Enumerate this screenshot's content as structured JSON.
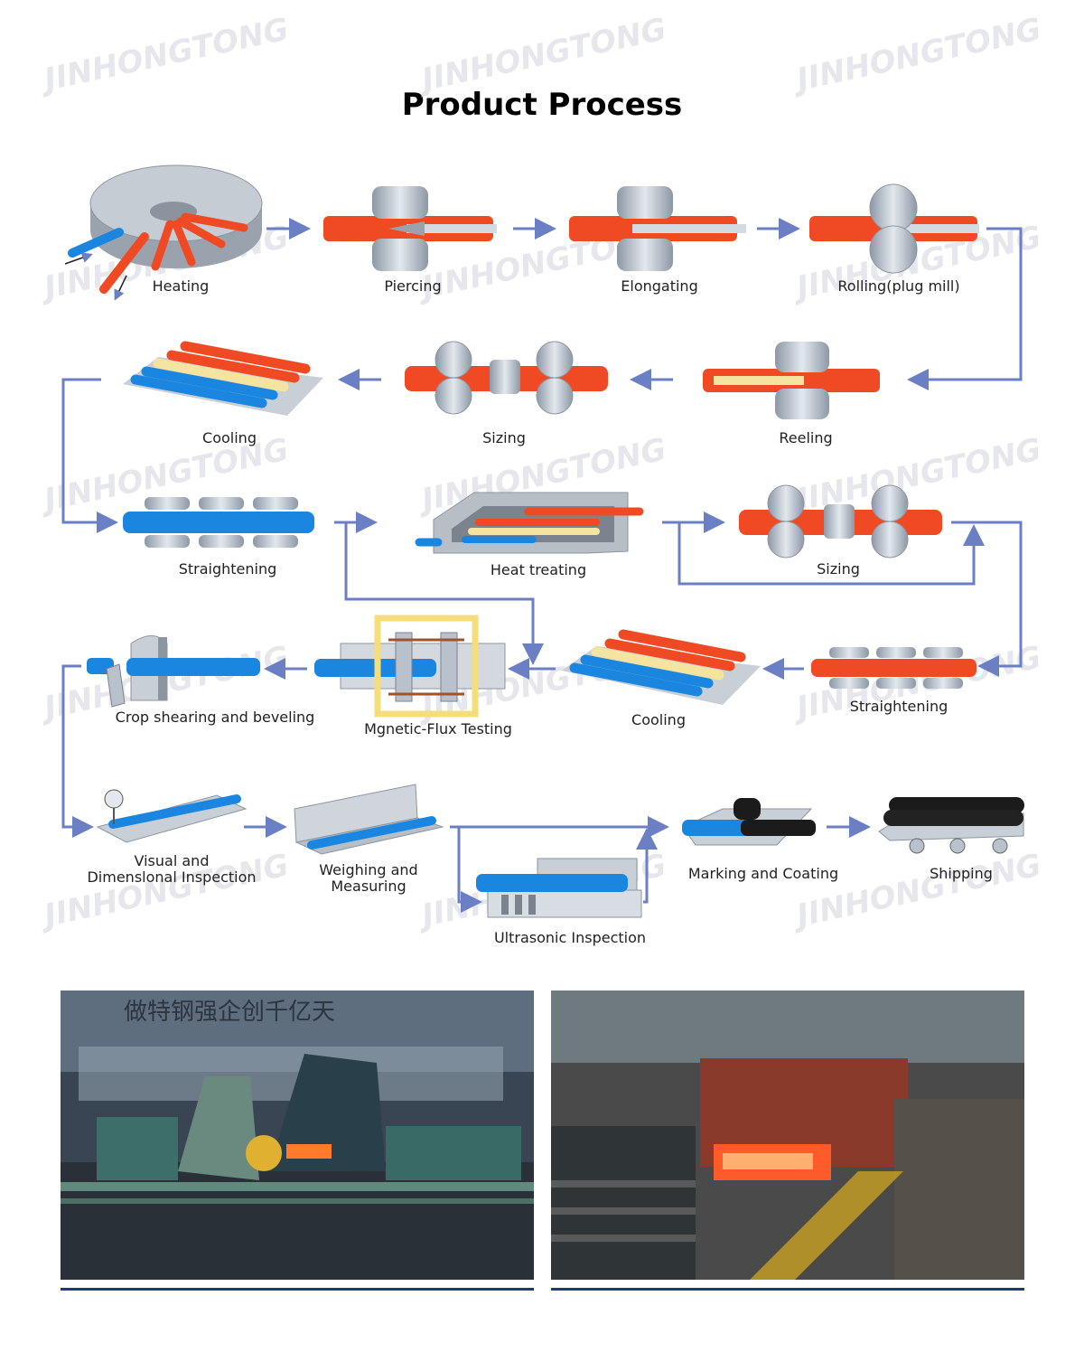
{
  "title": "Product Process",
  "watermark": "JINHONGTONG",
  "colors": {
    "flow_arrow": "#6b7fc4",
    "hot_pipe": "#ef4a23",
    "cold_pipe": "#1a86e0",
    "cream_pipe": "#f5e4a0",
    "roll": "#b9c2cc",
    "frame": "#c9cfd6",
    "coating": "#1b1b1b",
    "rule": "#1f3a6e"
  },
  "steps": {
    "heating": "Heating",
    "piercing": "Piercing",
    "elongating": "Elongating",
    "rolling": "Rolling(plug mill)",
    "reeling": "Reeling",
    "sizing1": "Sizing",
    "cooling1": "Cooling",
    "straightening1": "Straightening",
    "heat_treating": "Heat treating",
    "sizing2": "Sizing",
    "straightening2": "Straightening",
    "cooling2": "Cooling",
    "flux_testing": "Mgnetic-Flux Testing",
    "crop_shearing": "Crop shearing and beveling",
    "visual_line1": "Visual and",
    "visual_line2": "Dimenslonal Inspection",
    "weighing_line1": "Weighing and",
    "weighing_line2": "Measuring",
    "ultrasonic": "Ultrasonic Inspection",
    "marking": "Marking and Coating",
    "shipping": "Shipping"
  },
  "photos": {
    "left_banner": "做特钢强企创千亿天"
  }
}
